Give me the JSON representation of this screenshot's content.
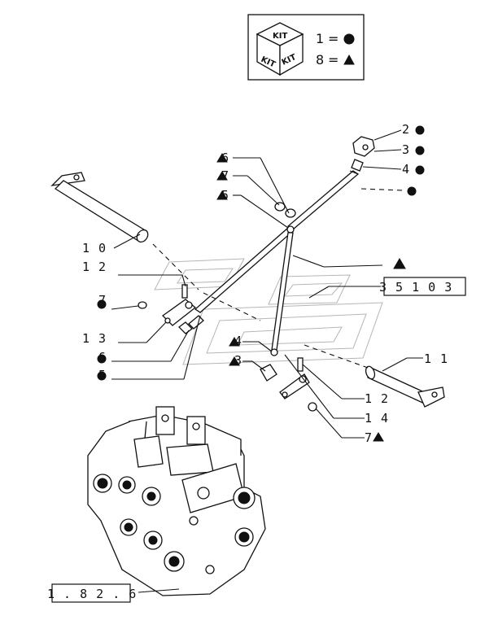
{
  "legend": {
    "kit_label": "KIT",
    "entries": [
      {
        "number": "1",
        "symbol": "circle"
      },
      {
        "number": "8",
        "symbol": "triangle"
      }
    ],
    "equals": "="
  },
  "callouts": [
    {
      "id": "c2",
      "label": "2",
      "symbol": "circle"
    },
    {
      "id": "c3",
      "label": "3",
      "symbol": "circle"
    },
    {
      "id": "c4",
      "label": "4",
      "symbol": "circle"
    },
    {
      "id": "c-dot",
      "label": "",
      "symbol": "circle"
    },
    {
      "id": "c6a",
      "label": "6",
      "symbol": "triangle"
    },
    {
      "id": "c7a",
      "label": "7",
      "symbol": "triangle"
    },
    {
      "id": "c5a",
      "label": "5",
      "symbol": "triangle"
    },
    {
      "id": "c-tri",
      "label": "",
      "symbol": "triangle"
    },
    {
      "id": "c10",
      "label": "1 0",
      "symbol": ""
    },
    {
      "id": "c12a",
      "label": "1 2",
      "symbol": ""
    },
    {
      "id": "c7b",
      "label": "7",
      "symbol": "circle"
    },
    {
      "id": "c13",
      "label": "1 3",
      "symbol": ""
    },
    {
      "id": "c6b",
      "label": "6",
      "symbol": "circle"
    },
    {
      "id": "c5b",
      "label": "5",
      "symbol": "circle"
    },
    {
      "id": "c4b",
      "label": "4",
      "symbol": "triangle"
    },
    {
      "id": "c3b",
      "label": "3",
      "symbol": "triangle"
    },
    {
      "id": "c11",
      "label": "1 1",
      "symbol": ""
    },
    {
      "id": "c12b",
      "label": "1 2",
      "symbol": ""
    },
    {
      "id": "c14",
      "label": "1 4",
      "symbol": ""
    },
    {
      "id": "c7c",
      "label": "7",
      "symbol": "triangle"
    }
  ],
  "references": {
    "ref_351": "3 5 1   0 3",
    "ref_182": "1 . 8 2 . 6"
  }
}
